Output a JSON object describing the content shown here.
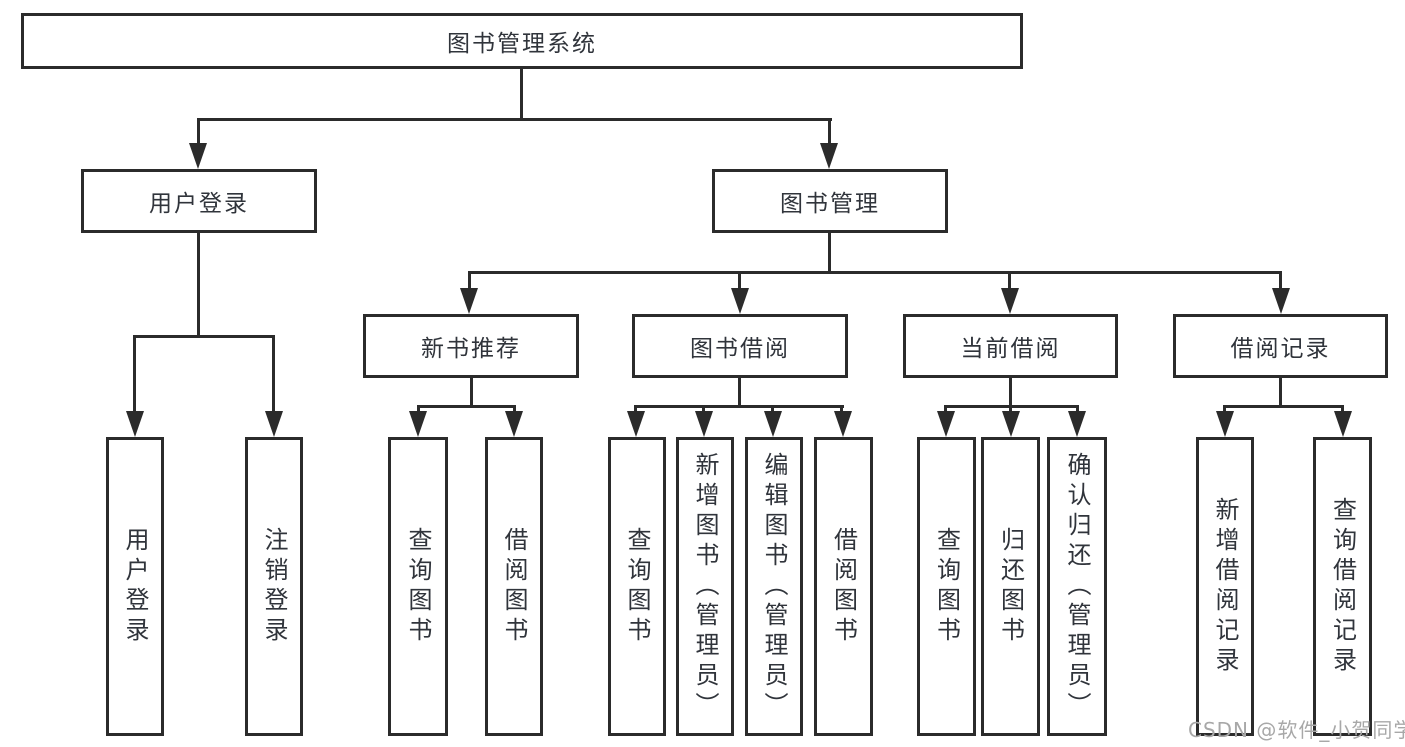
{
  "tree": {
    "root": {
      "label": "图书管理系统"
    },
    "branches": [
      {
        "label": "用户登录",
        "children": [
          {
            "label": "用户登录"
          },
          {
            "label": "注销登录"
          }
        ]
      },
      {
        "label": "图书管理",
        "children": [
          {
            "label": "新书推荐",
            "children": [
              {
                "label": "查询图书"
              },
              {
                "label": "借阅图书"
              }
            ]
          },
          {
            "label": "图书借阅",
            "children": [
              {
                "label": "查询图书"
              },
              {
                "label": "新增图书（管理员）"
              },
              {
                "label": "编辑图书（管理员）"
              },
              {
                "label": "借阅图书"
              }
            ]
          },
          {
            "label": "当前借阅",
            "children": [
              {
                "label": "查询图书"
              },
              {
                "label": "归还图书"
              },
              {
                "label": "确认归还（管理员）"
              }
            ]
          },
          {
            "label": "借阅记录",
            "children": [
              {
                "label": "新增借阅记录"
              },
              {
                "label": "查询借阅记录"
              }
            ]
          }
        ]
      }
    ]
  },
  "watermark": "CSDN @软件_小贺同学",
  "colors": {
    "line": "#2b2b2b",
    "text": "#30343b",
    "watermark": "#a8a8a8",
    "background": "#ffffff"
  }
}
